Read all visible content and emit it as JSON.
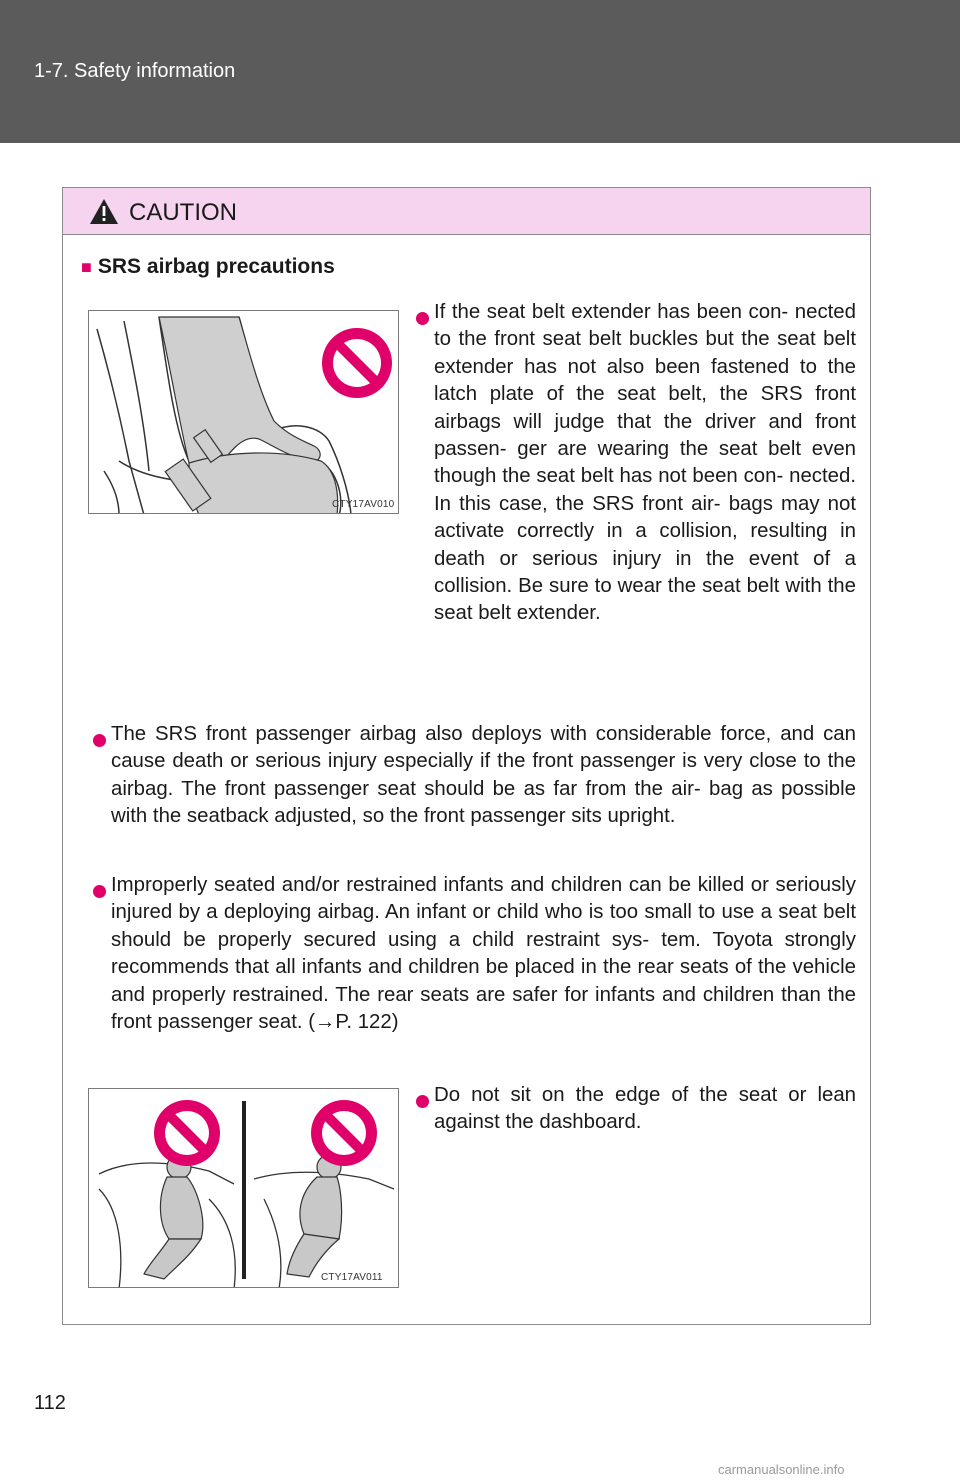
{
  "header": {
    "section": "1-7. Safety information"
  },
  "caution": {
    "label": "CAUTION",
    "subheading": "SRS airbag precautions",
    "bullets": [
      "If the seat belt extender has been con- nected to the front seat belt buckles but the seat belt extender has not also been fastened to the latch plate of the seat belt, the SRS front airbags will judge that the driver and front passen- ger are wearing the seat belt even though the seat belt has not been con- nected. In this case, the SRS front air- bags may not activate correctly in a collision, resulting in death or serious injury in the event of a collision. Be sure to wear the seat belt with the seat belt extender.",
      "The SRS front passenger airbag also deploys with considerable force, and can cause death or serious injury especially if the front passenger is very close to the airbag. The front passenger seat should be as far from the air- bag as possible with the seatback adjusted, so the front passenger sits upright.",
      "Improperly seated and/or restrained infants and children can be killed or seriously injured by a deploying airbag. An infant or child who is too small to use a seat belt should be properly secured using a child restraint sys- tem. Toyota strongly recommends that all infants and children be placed in the rear seats of the vehicle and properly restrained. The rear seats are safer for infants and children than the front passenger seat. (→P. 122)",
      "Do not sit on the edge of the seat or lean against the dashboard."
    ],
    "images": [
      {
        "code": "CTY17AV010",
        "icon": "prohibited-icon"
      },
      {
        "code": "CTY17AV011",
        "icon": "prohibited-icon"
      }
    ]
  },
  "colors": {
    "header_bg": "#5b5b5b",
    "caution_bg": "#f6d3ef",
    "accent": "#e0006a"
  },
  "page_number": "112",
  "footer": {
    "watermark": "carmanualsonline.info"
  }
}
